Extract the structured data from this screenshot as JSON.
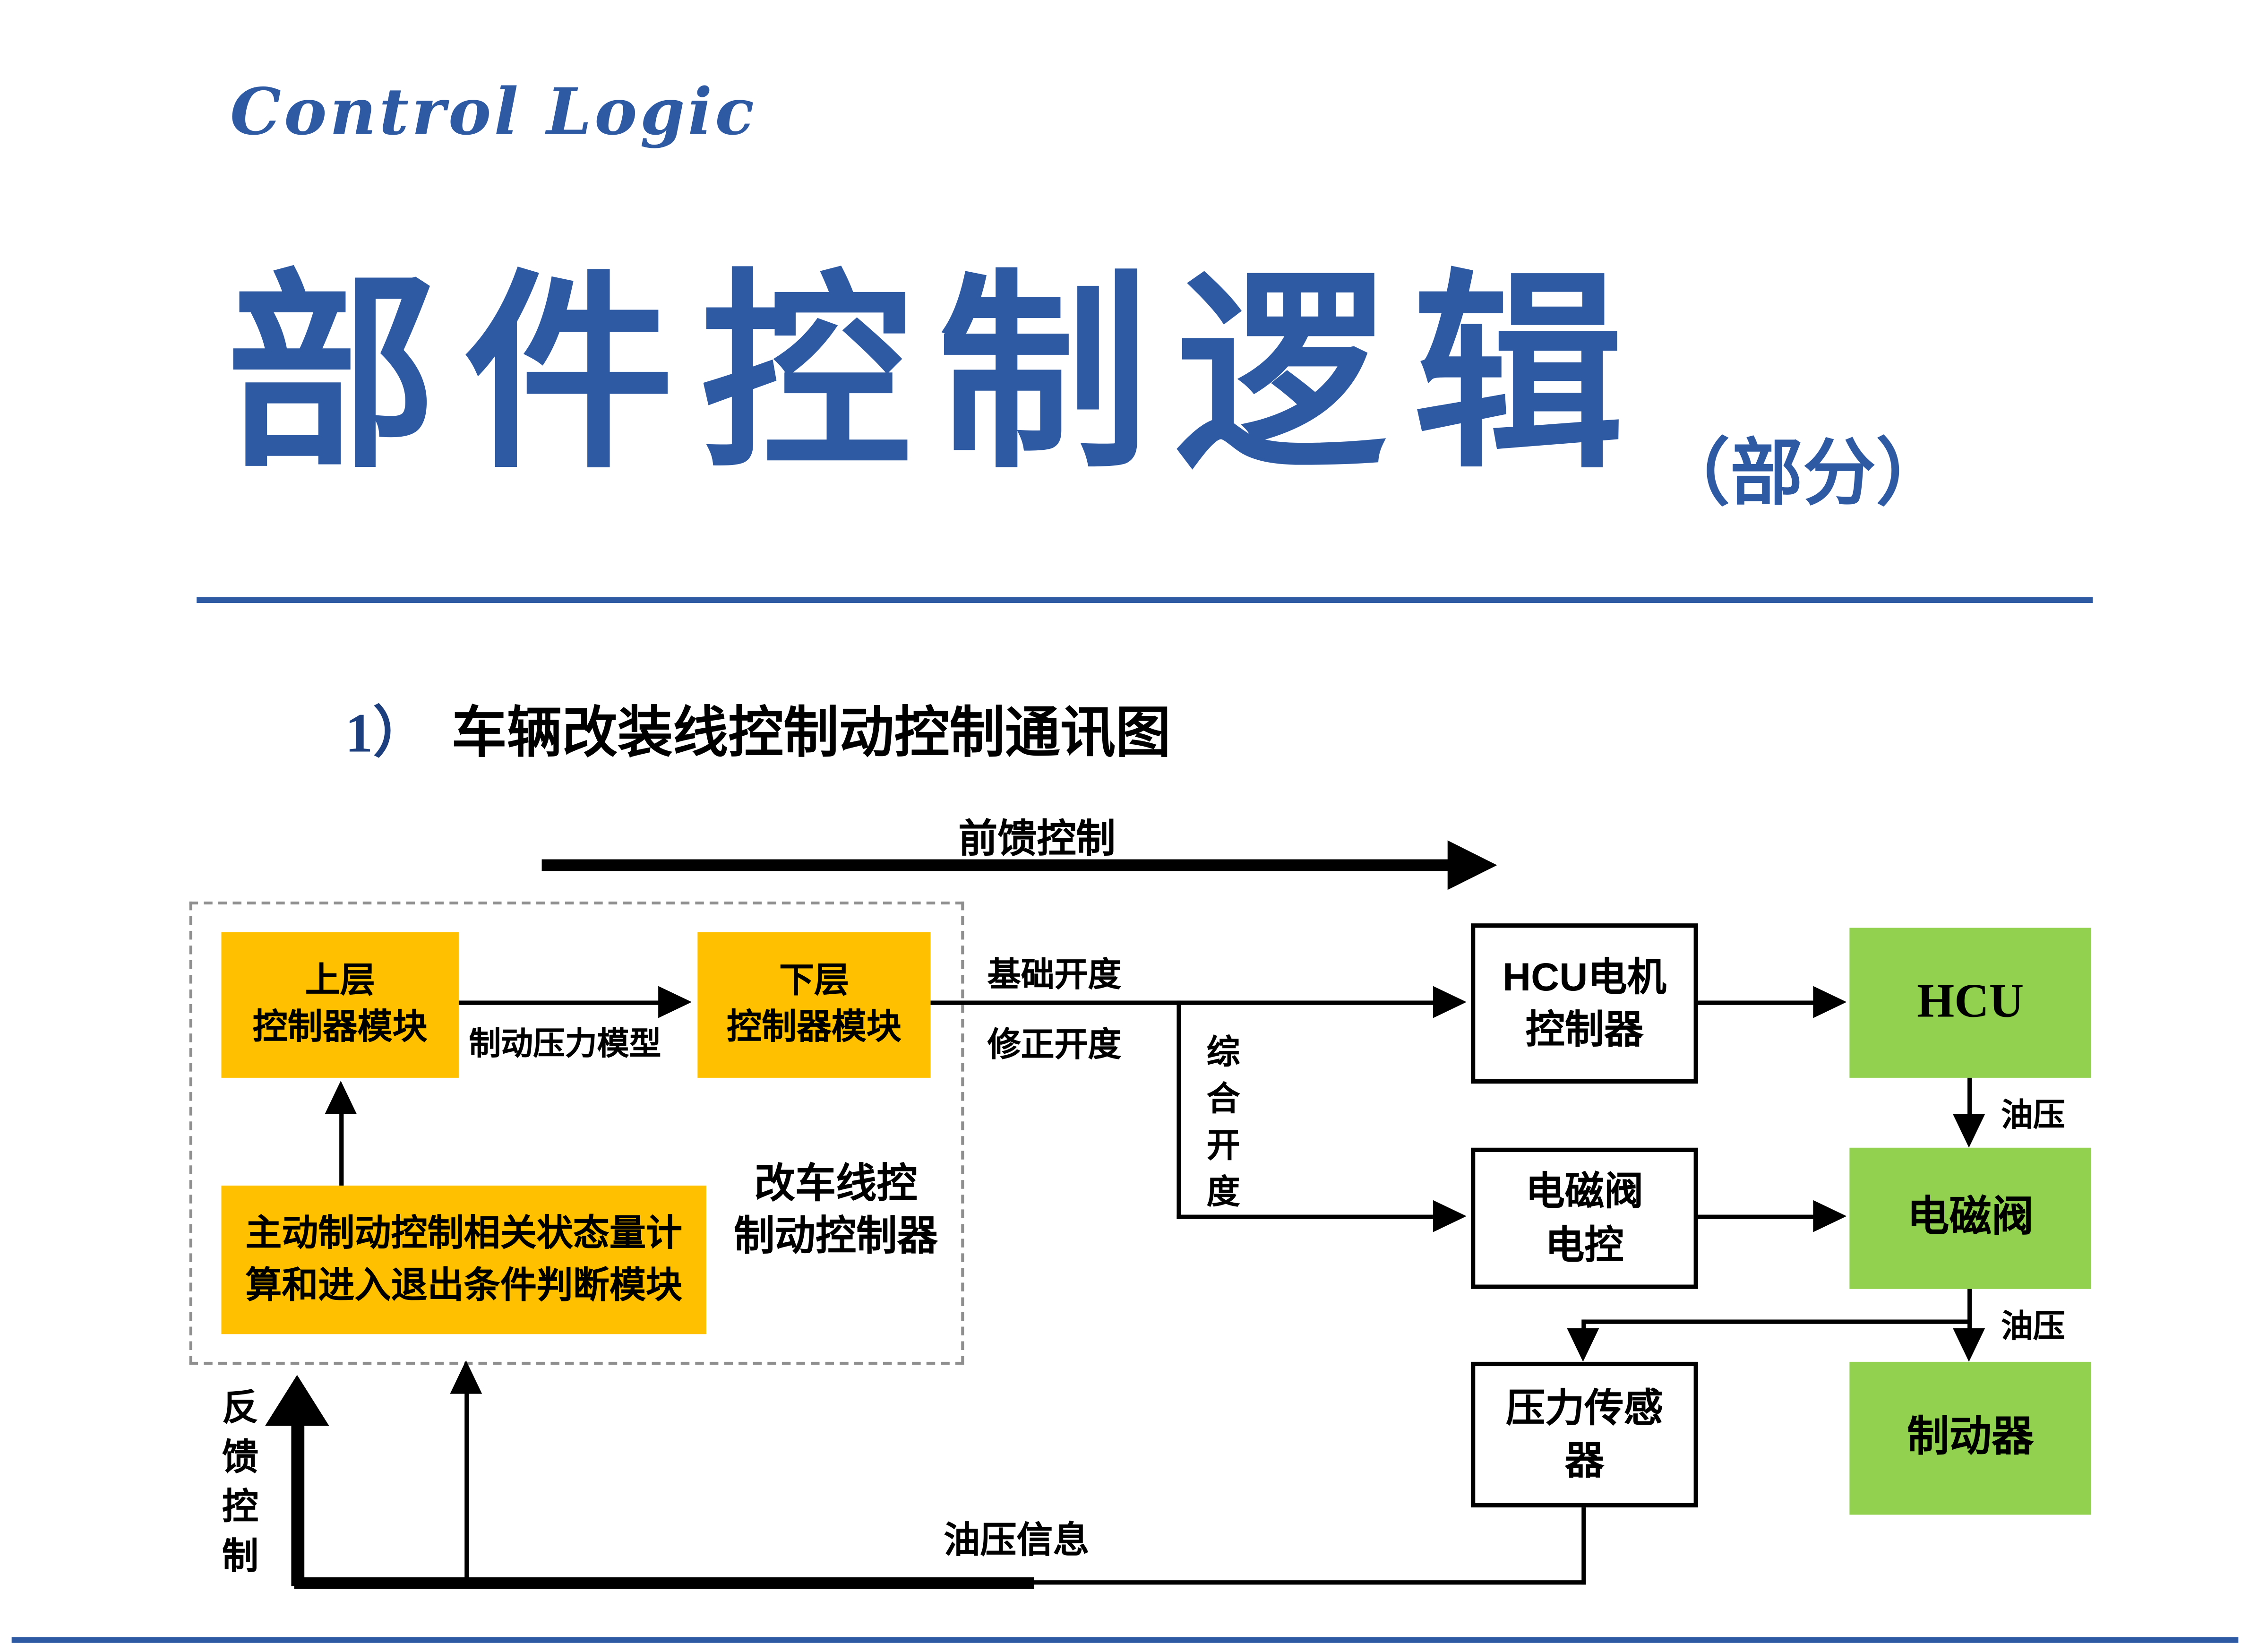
{
  "slide": {
    "eyebrow": "Control Logic",
    "title": "部件控制逻辑",
    "title_suffix": "（部分）",
    "section_number": "1）",
    "section_heading": "车辆改装线控制动控制通讯图"
  },
  "colors": {
    "accent_blue": "#2e5aa4",
    "box_orange": "#ffc000",
    "box_green": "#92d050",
    "line_black": "#000000"
  },
  "diagram": {
    "feedforward_label": "前馈控制",
    "feedback_label": "反馈控制",
    "upper_controller": "上层\n控制器模块",
    "lower_controller": "下层\n控制器模块",
    "brake_pressure_model": "制动压力模型",
    "state_module": "主动制动控制相关状态量计\n算和进入退出条件判断模块",
    "dashed_group_label": "改车线控\n制动控制器",
    "base_opening": "基础开度",
    "corrected_opening": "修正开度",
    "combined_opening": "综合开度",
    "hcu_motor_controller": "HCU电机\n控制器",
    "hcu": "HCU",
    "solenoid_control": "电磁阀\n电控",
    "solenoid_valve": "电磁阀",
    "pressure_sensor": "压力传感\n器",
    "brake": "制动器",
    "oil_pressure_top": "油压",
    "oil_pressure_bottom": "油压",
    "oil_pressure_info": "油压信息"
  }
}
